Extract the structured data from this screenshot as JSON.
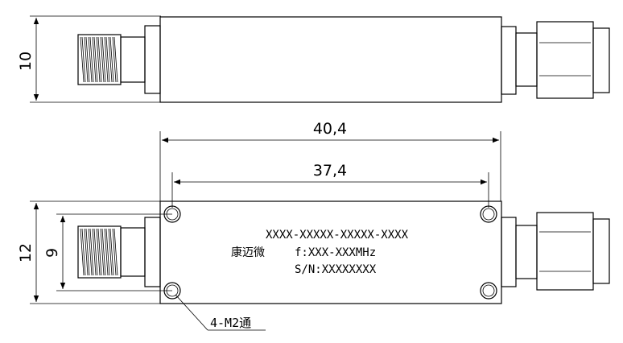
{
  "dimensions": {
    "height_top": "10",
    "length_outer": "40,4",
    "length_inner": "37,4",
    "height_bottom": "12",
    "hole_spacing": "9"
  },
  "label": {
    "part_number": "XXXX-XXXXX-XXXXX-XXXX",
    "brand": "康迈微",
    "frequency": "f:XXX-XXXMHz",
    "serial": "S/N:XXXXXXXX"
  },
  "callout": {
    "holes": "4-M2通"
  }
}
